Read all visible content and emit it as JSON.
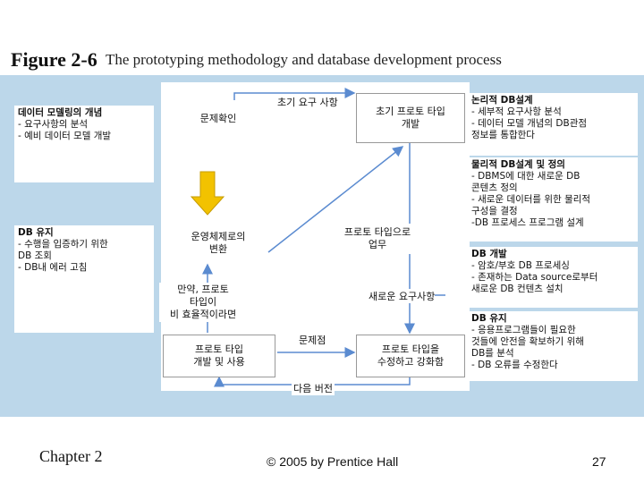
{
  "figure": {
    "label": "Figure 2-6",
    "caption": "The prototyping methodology and database development process"
  },
  "left": {
    "modeling": {
      "heading": "데이터 모델링의 개념",
      "lines": [
        "- 요구사항의 분석",
        "- 예비 데이터 모델 개발"
      ]
    },
    "maintenance": {
      "heading": "DB 유지",
      "lines": [
        "- 수행을 입증하기 위한",
        "DB 조회",
        "- DB내 에러 고침"
      ]
    }
  },
  "right": {
    "logical": {
      "heading": "논리적 DB설계",
      "lines": [
        "- 세부적 요구사항 분석",
        "- 데이터 모델 개념의 DB관점",
        "정보를 통합한다"
      ]
    },
    "physical": {
      "heading": "물리적 DB설계 및 정의",
      "lines": [
        "- DBMS에 대한 새로운 DB",
        "콘텐츠 정의",
        "- 새로운 데이터를 위한 물리적",
        "구성을 결정",
        "-DB 프로세스 프로그램 설계"
      ]
    },
    "dev": {
      "heading": "DB 개발",
      "lines": [
        "- 암호/부호 DB 프로세싱",
        "- 존재하는 Data source로부터",
        "새로운 DB 컨텐츠 설치"
      ]
    },
    "maint": {
      "heading": "DB 유지",
      "lines": [
        "- 응용프로그램들이 필요한",
        "것들에 안전을 확보하기 위해",
        "DB를 분석",
        "- DB 오류를 수정한다"
      ]
    }
  },
  "flow": {
    "initial_req": "초기 요구 사항",
    "identify": "문제확인",
    "initial_proto": [
      "초기 프로토 타입",
      "개발"
    ],
    "convert": [
      "운영체제로의",
      "변환"
    ],
    "to_proto": [
      "프로토 타입으로",
      "업무"
    ],
    "new_req": "새로운 요구사항",
    "if_inefficient": [
      "만약, 프로토",
      "타입이",
      "비 효율적이라면"
    ],
    "problems": "문제점",
    "implement": [
      "프로토 타입",
      "개발 및 사용"
    ],
    "revise": [
      "프로토 타입을",
      "수정하고 강화함"
    ],
    "next_version": "다음 버전"
  },
  "footer": {
    "chapter": "Chapter 2",
    "copyright": "© 2005 by Prentice Hall",
    "page": "27"
  },
  "colors": {
    "panel": "#bcd7ea",
    "arrow": "#5b8bd0",
    "yellow_arrow": "#f2c200"
  }
}
